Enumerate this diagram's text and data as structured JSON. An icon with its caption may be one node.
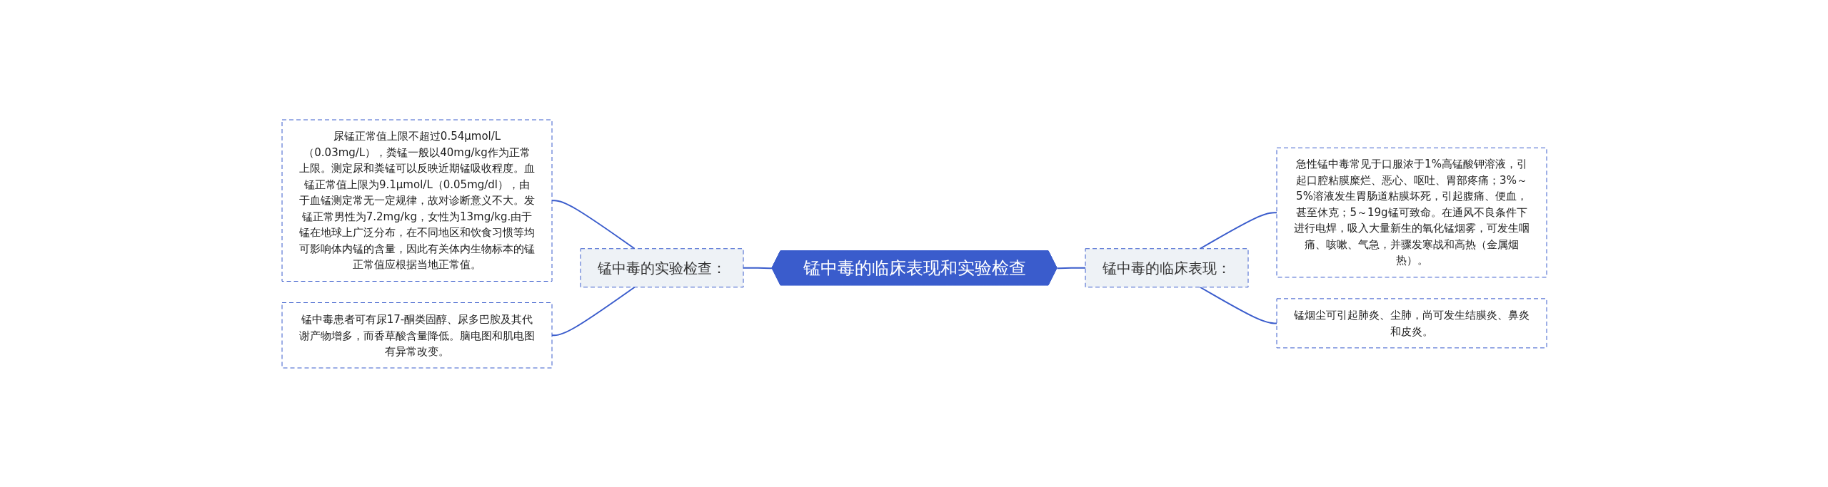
{
  "diagram": {
    "nodes": [
      {
        "text": [
          "锰中毒的临床表现和实验检查"
        ]
      },
      {
        "text": [
          "锰中毒的实验检查："
        ]
      },
      {
        "text": [
          "尿锰正常值上限不超过0.54μmol/L（0.03mg/L），粪锰一般以40mg/kg作为正常上限。测定尿和粪锰可以反映近期锰吸收程度。血锰正常值上限为9.1μmol/L（0.05mg/dl），由于血锰测定常无一定规律，故对诊断意义不大。发锰正常男性为7.2mg/kg，女性为13mg/kg.由于锰在地球上广泛分布，在不同地区和饮食习惯等均可影响体内锰的含量，因此有关体内生物标本的锰正常值应根据当地正常值。"
        ]
      },
      {
        "text": [
          "锰中毒患者可有尿17-酮类固醇、尿多巴胺及其代谢产物增多，而香草酸含量降低。脑电图和肌电图有异常改变。"
        ]
      },
      {
        "text": [
          "锰中毒的临床表现："
        ]
      },
      {
        "text": [
          "急性锰中毒常见于口服浓于1%高锰酸钾溶液，引起口腔粘膜糜烂、恶心、呕吐、胃部疼痛；3%～5%溶液发生胃肠道粘膜坏死，引起腹痛、便血，甚至休克；5～19g锰可致命。在通风不良条件下进行电焊，吸入大量新生的氧化锰烟雾，可发生咽痛、咳嗽、气急，并骤发寒战和高热（金属烟热）。"
        ]
      },
      {
        "text": [
          "锰烟尘可引起肺炎、尘肺，尚可发生结膜炎、鼻炎和皮炎。"
        ]
      }
    ],
    "edges": [
      {
        "from": 2,
        "to": 1,
        "arrow": "none"
      },
      {
        "from": 3,
        "to": 1,
        "arrow": "none"
      },
      {
        "from": 1,
        "to": 0,
        "arrow": "none"
      },
      {
        "from": 0,
        "to": 4,
        "arrow": "none"
      },
      {
        "from": 4,
        "to": 5,
        "arrow": "none"
      },
      {
        "from": 4,
        "to": 6,
        "arrow": "none"
      }
    ]
  }
}
